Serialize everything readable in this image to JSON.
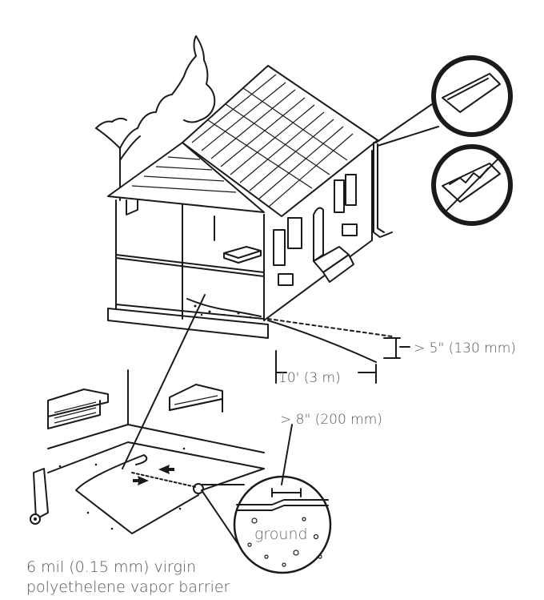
{
  "labels": {
    "clearance_height": "> 5\" (130 mm)",
    "slope_distance": "10' (3 m)",
    "overlap": "> 8\" (200 mm)",
    "ground": "ground",
    "barrier_line1": "6 mil (0.15 mm) virgin",
    "barrier_line2": "polyethelene vapor barrier"
  },
  "icons": [
    "tree-icon",
    "house-icon",
    "gutter-clean-icon",
    "gutter-clogged-prohibited-icon",
    "foundation-vent-icon",
    "plastic-roll-icon",
    "soil-closeup-icon"
  ],
  "colors": {
    "line": "#1a1a1a",
    "label_text": "#555555",
    "background": "#ffffff"
  }
}
